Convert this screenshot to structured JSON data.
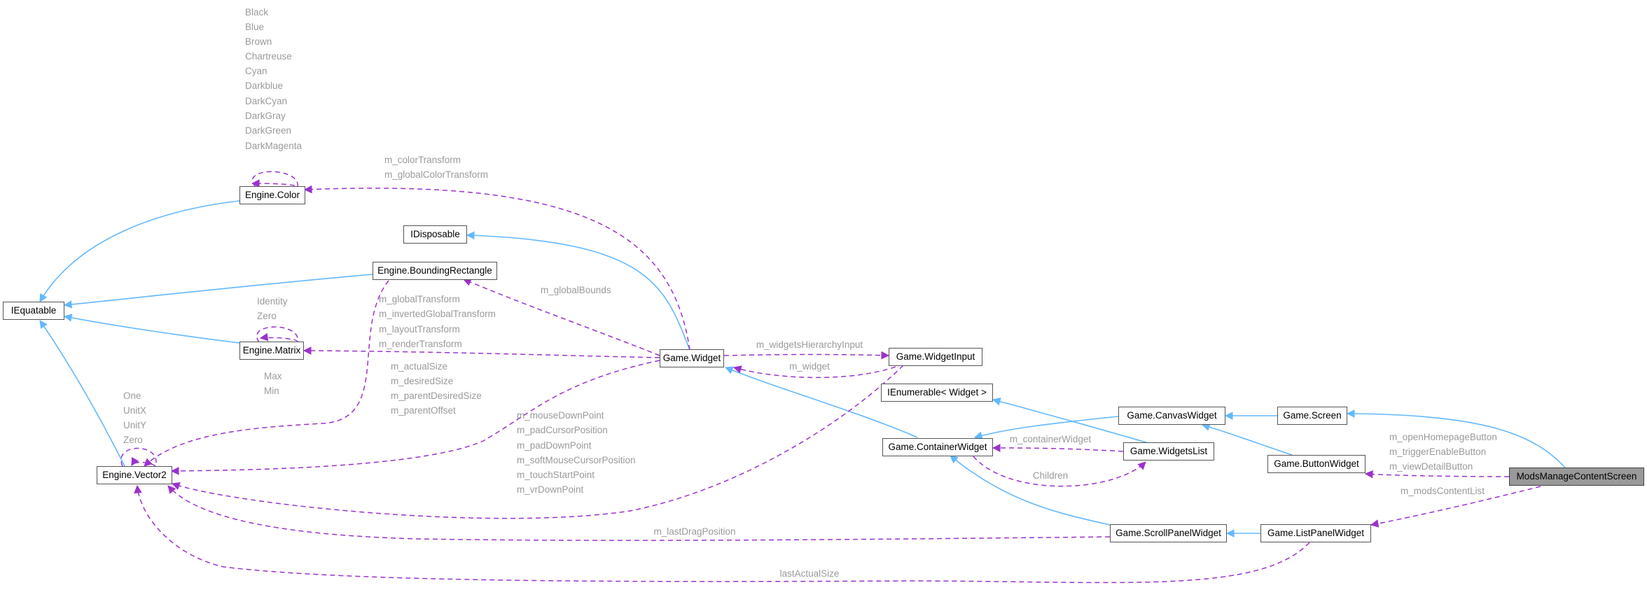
{
  "nodes": {
    "iequatable": "IEquatable",
    "engine_color": "Engine.Color",
    "idisposable": "IDisposable",
    "bounding_rectangle": "Engine.BoundingRectangle",
    "engine_matrix": "Engine.Matrix",
    "engine_vector2": "Engine.Vector2",
    "game_widget": "Game.Widget",
    "game_widgetinput": "Game.WidgetInput",
    "ienumerable_widget": "IEnumerable< Widget >",
    "game_canvaswidget": "Game.CanvasWidget",
    "game_screen": "Game.Screen",
    "game_containerwidget": "Game.ContainerWidget",
    "game_widgetslist": "Game.WidgetsList",
    "game_buttonwidget": "Game.ButtonWidget",
    "mods_manage_content_screen": "ModsManageContentScreen",
    "game_scrollpanelwidget": "Game.ScrollPanelWidget",
    "game_listpanelwidget": "Game.ListPanelWidget"
  },
  "labels": {
    "color_self": [
      "Black",
      "Blue",
      "Brown",
      "Chartreuse",
      "Cyan",
      "Darkblue",
      "DarkCyan",
      "DarkGray",
      "DarkGreen",
      "DarkMagenta"
    ],
    "color_transform": [
      "m_colorTransform",
      "m_globalColorTransform"
    ],
    "global_bounds": "m_globalBounds",
    "matrix_self": [
      "Identity",
      "Zero"
    ],
    "matrix_vector": [
      "Max",
      "Min"
    ],
    "widget_transforms": [
      "m_globalTransform",
      "m_invertedGlobalTransform",
      "m_layoutTransform",
      "m_renderTransform"
    ],
    "widget_sizes": [
      "m_actualSize",
      "m_desiredSize",
      "m_parentDesiredSize",
      "m_parentOffset"
    ],
    "vector_self": [
      "One",
      "UnitX",
      "UnitY",
      "Zero"
    ],
    "input_points": [
      "m_mouseDownPoint",
      "m_padCursorPosition",
      "m_padDownPoint",
      "m_softMouseCursorPosition",
      "m_touchStartPoint",
      "m_vrDownPoint"
    ],
    "hierarchy_input": "m_widgetsHierarchyInput",
    "input_widget": "m_widget",
    "container_widget": "m_containerWidget",
    "children": "Children",
    "buttons": [
      "m_openHomepageButton",
      "m_triggerEnableButton",
      "m_viewDetailButton"
    ],
    "mods_content_list": "m_modsContentList",
    "last_drag_position": "m_lastDragPosition",
    "last_actual_size": "lastActualSize"
  },
  "colors": {
    "inheritance_edge": "#63b8ff",
    "usage_edge": "#9a32cd",
    "edge_label": "#9a9a9a",
    "focus_node_fill": "#999999"
  }
}
